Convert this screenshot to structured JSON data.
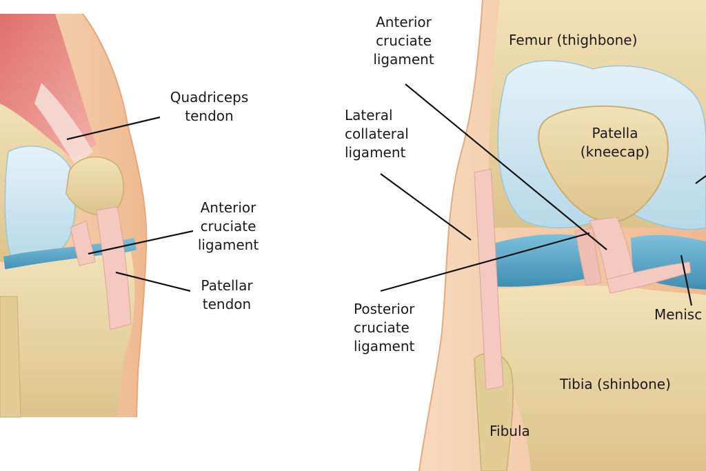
{
  "side_view": {
    "labels": {
      "quadriceps_tendon": "Quadriceps\ntendon",
      "anterior_cruciate_ligament": "Anterior\ncruciate\nligament",
      "patellar_tendon": "Patellar\ntendon"
    }
  },
  "front_view": {
    "labels": {
      "anterior_cruciate_ligament": "Anterior\ncruciate\nligament",
      "femur": "Femur (thighbone)",
      "lateral_collateral_ligament": "Lateral\ncollateral\nligament",
      "patella": "Patella\n(kneecap)",
      "posterior_cruciate_ligament": "Posterior\ncruciate\nligament",
      "meniscus": "Menisc",
      "tibia": "Tibia (shinbone)",
      "fibula": "Fibula"
    }
  },
  "colors": {
    "skin": "#f4c8a3",
    "bone": "#ead6a4",
    "cartilage": "#cfe7f1",
    "meniscus": "#5ba9c9",
    "ligament": "#f3c9c0",
    "muscle": "#e38a85"
  }
}
